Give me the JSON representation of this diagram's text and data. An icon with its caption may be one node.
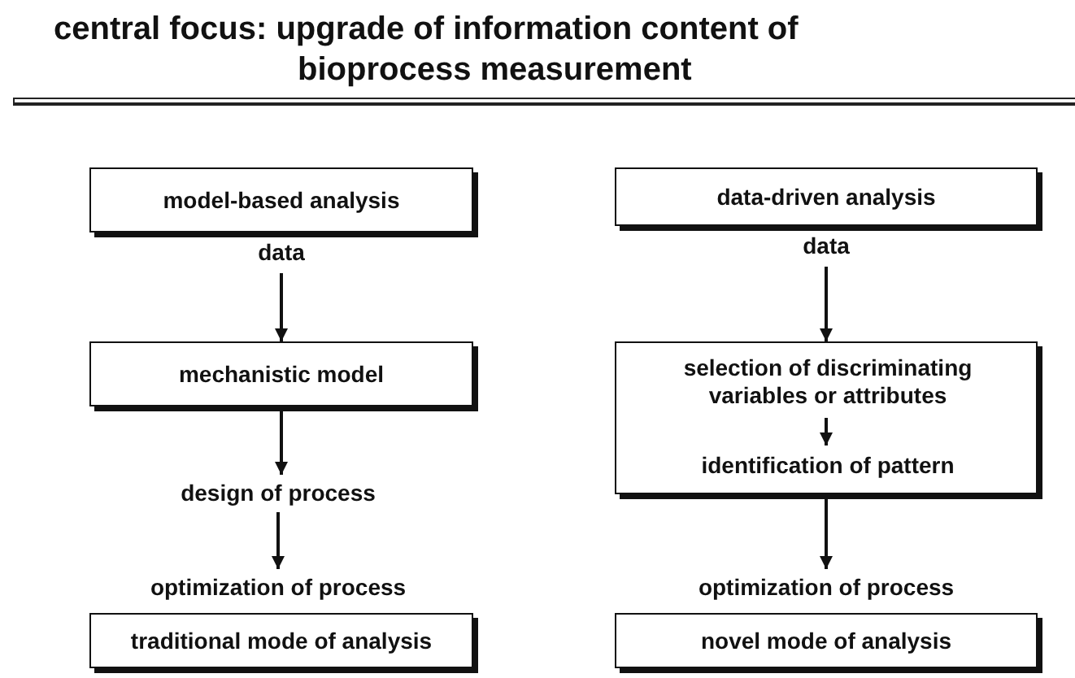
{
  "diagram": {
    "title": "central focus: upgrade of information content of bioprocess measurement",
    "nodes": [
      {
        "text": [
          "model-based analysis"
        ]
      },
      {
        "text": [
          "mechanistic model"
        ]
      },
      {
        "text": [
          "design of process"
        ]
      },
      {
        "text": [
          "optimization of process"
        ]
      },
      {
        "text": [
          "traditional mode of analysis"
        ]
      },
      {
        "text": [
          "data-driven analysis"
        ]
      },
      {
        "text": [],
        "shape": "box"
      },
      {
        "text": [
          "selection of discriminating variables or attributes"
        ],
        "in": 6
      },
      {
        "text": [
          "identification of pattern"
        ],
        "in": 6
      },
      {
        "text": [
          "optimization of process"
        ]
      },
      {
        "text": [
          "novel mode of analysis"
        ]
      }
    ],
    "edges": [
      {
        "from": 0,
        "to": 1,
        "arrow": "to",
        "label": "data"
      },
      {
        "from": 1,
        "to": 2,
        "arrow": "to"
      },
      {
        "from": 2,
        "to": 3,
        "arrow": "to"
      },
      {
        "from": 5,
        "to": 6,
        "arrow": "to",
        "label": "data"
      },
      {
        "from": 7,
        "to": 8,
        "arrow": "to"
      },
      {
        "from": 6,
        "to": 9,
        "arrow": "to"
      }
    ]
  }
}
